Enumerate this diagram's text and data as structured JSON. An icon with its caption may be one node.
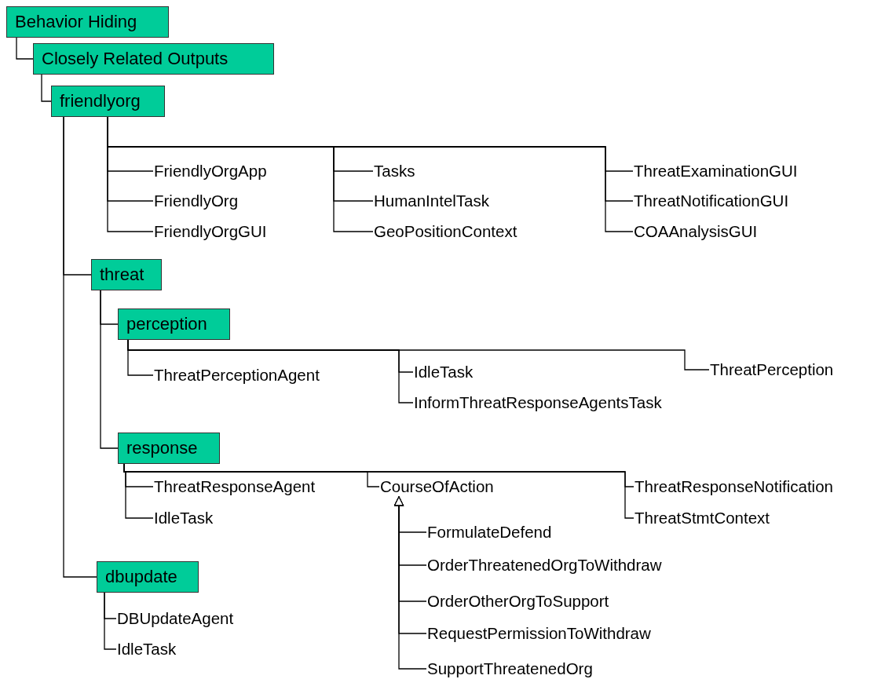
{
  "diagram": {
    "nodes": [
      {
        "text": [
          "Behavior Hiding"
        ]
      },
      {
        "text": [
          "Closely Related Outputs"
        ]
      },
      {
        "text": [
          "friendlyorg"
        ]
      },
      {
        "text": [
          "FriendlyOrgApp"
        ]
      },
      {
        "text": [
          "FriendlyOrg"
        ]
      },
      {
        "text": [
          "FriendlyOrgGUI"
        ]
      },
      {
        "text": [
          "Tasks"
        ]
      },
      {
        "text": [
          "HumanIntelTask"
        ]
      },
      {
        "text": [
          "GeoPositionContext"
        ]
      },
      {
        "text": [
          "ThreatExaminationGUI"
        ]
      },
      {
        "text": [
          "ThreatNotificationGUI"
        ]
      },
      {
        "text": [
          "COAAnalysisGUI"
        ]
      },
      {
        "text": [
          "threat"
        ]
      },
      {
        "text": [
          "perception"
        ]
      },
      {
        "text": [
          "ThreatPerceptionAgent"
        ]
      },
      {
        "text": [
          "IdleTask"
        ]
      },
      {
        "text": [
          "InformThreatResponseAgentsTask"
        ]
      },
      {
        "text": [
          "ThreatPerception"
        ]
      },
      {
        "text": [
          "response"
        ]
      },
      {
        "text": [
          "ThreatResponseAgent"
        ]
      },
      {
        "text": [
          "IdleTask"
        ]
      },
      {
        "text": [
          "CourseOfAction"
        ]
      },
      {
        "text": [
          "ThreatResponseNotification"
        ]
      },
      {
        "text": [
          "ThreatStmtContext"
        ]
      },
      {
        "text": [
          "FormulateDefend"
        ]
      },
      {
        "text": [
          "OrderThreatenedOrgToWithdraw"
        ]
      },
      {
        "text": [
          "OrderOtherOrgToSupport"
        ]
      },
      {
        "text": [
          "RequestPermissionToWithdraw"
        ]
      },
      {
        "text": [
          "SupportThreatenedOrg"
        ]
      },
      {
        "text": [
          "dbupdate"
        ]
      },
      {
        "text": [
          "DBUpdateAgent"
        ]
      },
      {
        "text": [
          "IdleTask"
        ]
      }
    ],
    "edges": [
      {
        "from": 0,
        "to": 1,
        "arrow": "none"
      },
      {
        "from": 1,
        "to": 2,
        "arrow": "none"
      },
      {
        "from": 2,
        "to": 3,
        "arrow": "none"
      },
      {
        "from": 2,
        "to": 4,
        "arrow": "none"
      },
      {
        "from": 2,
        "to": 5,
        "arrow": "none"
      },
      {
        "from": 2,
        "to": 6,
        "arrow": "none"
      },
      {
        "from": 2,
        "to": 7,
        "arrow": "none"
      },
      {
        "from": 2,
        "to": 8,
        "arrow": "none"
      },
      {
        "from": 2,
        "to": 9,
        "arrow": "none"
      },
      {
        "from": 2,
        "to": 10,
        "arrow": "none"
      },
      {
        "from": 2,
        "to": 11,
        "arrow": "none"
      },
      {
        "from": 2,
        "to": 12,
        "arrow": "none"
      },
      {
        "from": 12,
        "to": 13,
        "arrow": "none"
      },
      {
        "from": 13,
        "to": 14,
        "arrow": "none"
      },
      {
        "from": 13,
        "to": 15,
        "arrow": "none"
      },
      {
        "from": 13,
        "to": 16,
        "arrow": "none"
      },
      {
        "from": 13,
        "to": 17,
        "arrow": "none"
      },
      {
        "from": 12,
        "to": 18,
        "arrow": "none"
      },
      {
        "from": 18,
        "to": 19,
        "arrow": "none"
      },
      {
        "from": 18,
        "to": 20,
        "arrow": "none"
      },
      {
        "from": 18,
        "to": 21,
        "arrow": "none"
      },
      {
        "from": 18,
        "to": 22,
        "arrow": "none"
      },
      {
        "from": 18,
        "to": 23,
        "arrow": "none"
      },
      {
        "from": 24,
        "to": 21,
        "arrow": "to"
      },
      {
        "from": 25,
        "to": 21,
        "arrow": "to"
      },
      {
        "from": 26,
        "to": 21,
        "arrow": "to"
      },
      {
        "from": 27,
        "to": 21,
        "arrow": "to"
      },
      {
        "from": 28,
        "to": 21,
        "arrow": "to"
      },
      {
        "from": 2,
        "to": 29,
        "arrow": "none"
      },
      {
        "from": 29,
        "to": 30,
        "arrow": "none"
      },
      {
        "from": 29,
        "to": 31,
        "arrow": "none"
      }
    ]
  }
}
